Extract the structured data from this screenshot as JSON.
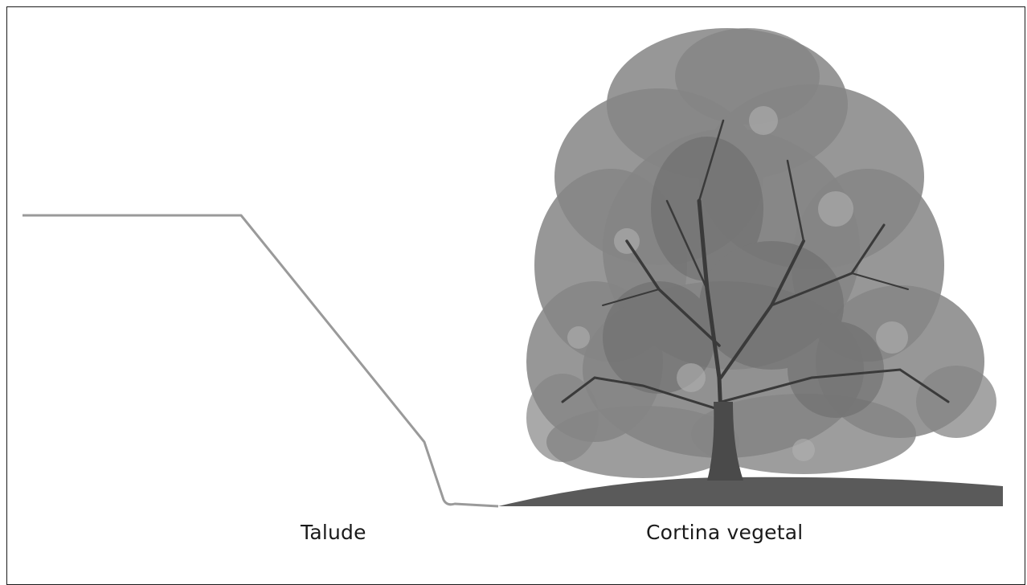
{
  "labels": {
    "left": "Talude",
    "right": "Cortina vegetal"
  },
  "colors": {
    "frame": "#1a1a1a",
    "slope_line": "#999999",
    "ground": "#555555",
    "foliage": "#7d7d7d",
    "branches": "#3a3a3a",
    "trunk": "#4a4a4a"
  },
  "icons": {
    "slope": "embankment-profile-line",
    "tree": "deciduous-tree-illustration"
  }
}
